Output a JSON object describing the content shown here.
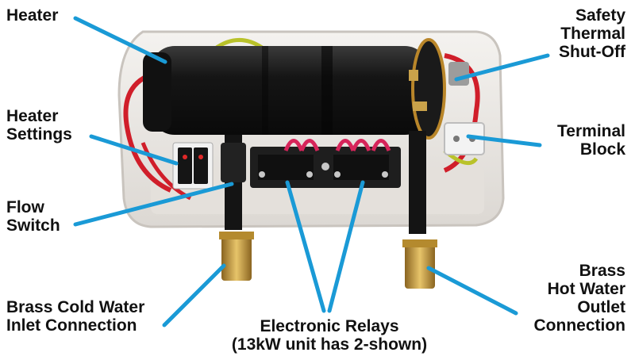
{
  "colors": {
    "callout": "#1a9ad6",
    "label_text": "#111111",
    "housing": "#ece9e6",
    "tank": "#1b1b1b",
    "brass": "#c9a24a",
    "wire_red": "#d01e2a",
    "wire_green_yellow": "#b9c22a"
  },
  "labels": {
    "heater": "Heater",
    "safety": {
      "l1": "Safety",
      "l2": "Thermal",
      "l3": "Shut-Off"
    },
    "settings": {
      "l1": "Heater",
      "l2": "Settings"
    },
    "terminal": {
      "l1": "Terminal",
      "l2": "Block"
    },
    "flow": {
      "l1": "Flow",
      "l2": "Switch"
    },
    "cold": {
      "l1": "Brass Cold Water",
      "l2": "Inlet Connection"
    },
    "hot": {
      "l1": "Brass",
      "l2": "Hot Water",
      "l3": "Outlet",
      "l4": "Connection"
    },
    "relays": {
      "l1": "Electronic Relays",
      "l2": "(13kW unit has 2-shown)"
    }
  }
}
